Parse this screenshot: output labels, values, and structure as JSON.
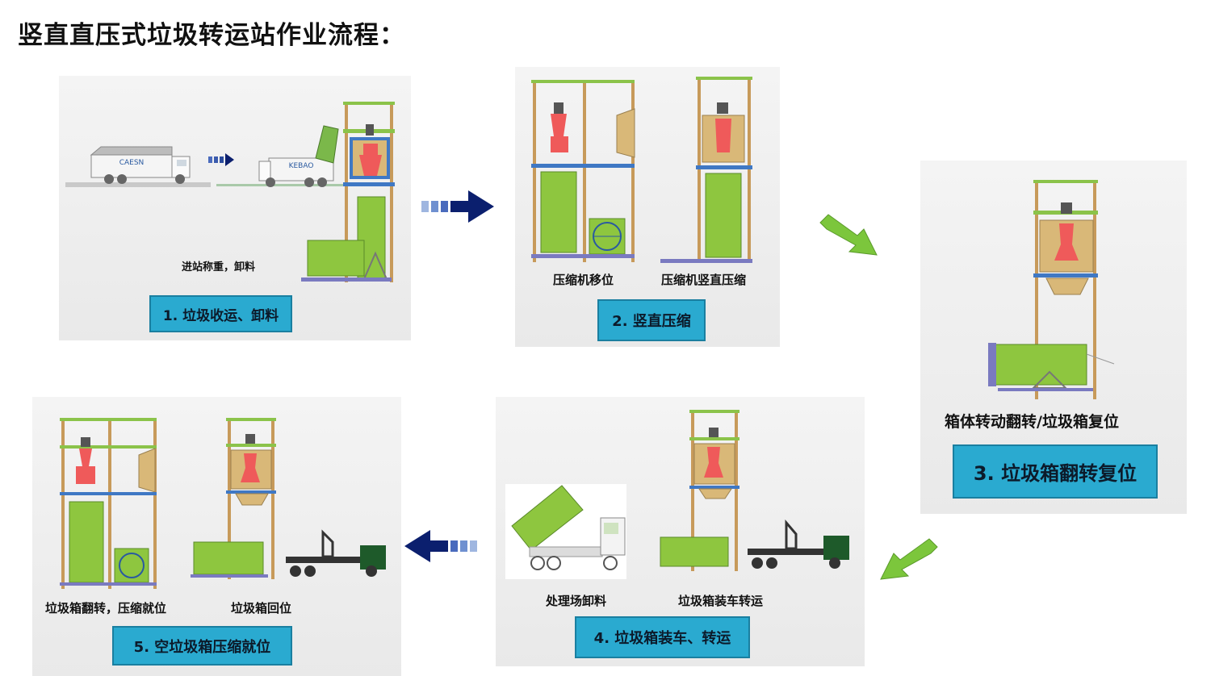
{
  "title": "竖直直压式垃圾转运站作业流程：",
  "steps": {
    "s1": {
      "label": "1. 垃圾收运、卸料",
      "captions": [
        "进站称重，卸料"
      ]
    },
    "s2": {
      "label": "2. 竖直压缩",
      "captions": [
        "压缩机移位",
        "压缩机竖直压缩"
      ]
    },
    "s3": {
      "label": "3. 垃圾箱翻转复位",
      "captions": [
        "箱体转动翻转/垃圾箱复位"
      ]
    },
    "s4": {
      "label": "4. 垃圾箱装车、转运",
      "captions": [
        "处理场卸料",
        "垃圾箱装车转运"
      ]
    },
    "s5": {
      "label": "5. 空垃圾箱压缩就位",
      "captions": [
        "垃圾箱翻转，压缩就位",
        "垃圾箱回位"
      ]
    }
  },
  "truck_brand": [
    "CAESN",
    "KEBAO"
  ],
  "colors": {
    "label_fill": "#2aaad0",
    "arrow_navy": "#0b1f6e",
    "arrow_green": "#7cc63c",
    "frame": "#c79a5a",
    "bin_green": "#8ec63f",
    "compactor_red": "#ef5a5a",
    "hopper": "#d9b878"
  }
}
